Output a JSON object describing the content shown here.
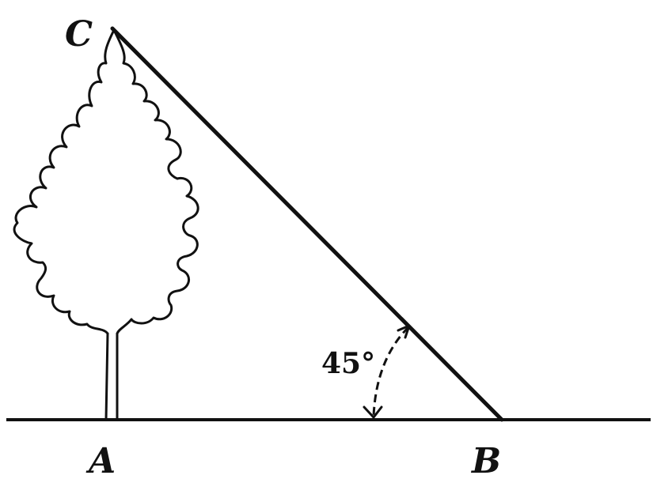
{
  "points": {
    "a": "A",
    "b": "B",
    "c": "C"
  },
  "angle": {
    "label": "45°"
  },
  "colors": {
    "ink": "#111111",
    "background": "#ffffff"
  },
  "icons": {
    "tree": "tree-icon"
  }
}
